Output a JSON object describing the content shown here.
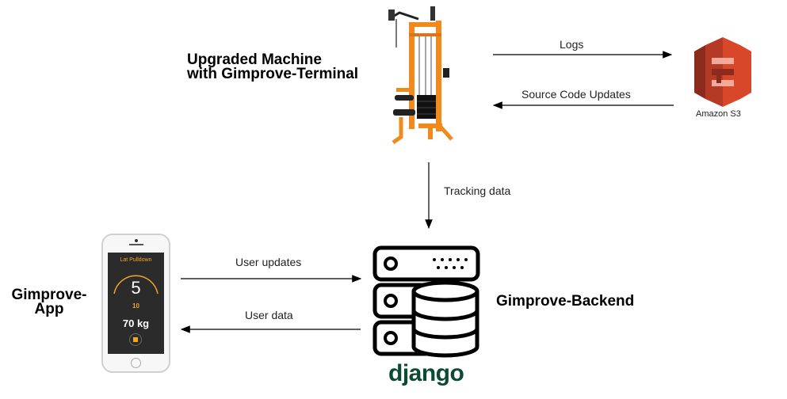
{
  "nodes": {
    "machine": {
      "line1": "Upgraded Machine",
      "line2": "with Gimprove-Terminal"
    },
    "s3": {
      "label": "Amazon S3"
    },
    "app": {
      "line1": "Gimprove-",
      "line2": "App"
    },
    "backend": {
      "label": "Gimprove-Backend",
      "logo_text": "django"
    }
  },
  "edges": {
    "logs": "Logs",
    "source_code_updates": "Source Code Updates",
    "tracking_data": "Tracking data",
    "user_updates": "User updates",
    "user_data": "User data"
  },
  "phone_screen": {
    "exercise": "Lat Pulldown",
    "reps": "5",
    "target": "10",
    "weight": "70 kg"
  },
  "colors": {
    "machine_frame": "#f08a1c",
    "s3_red": "#d9472b",
    "s3_dark": "#8c2b1d",
    "django_green": "#0c4b33",
    "phone_accent": "#f5a623"
  }
}
